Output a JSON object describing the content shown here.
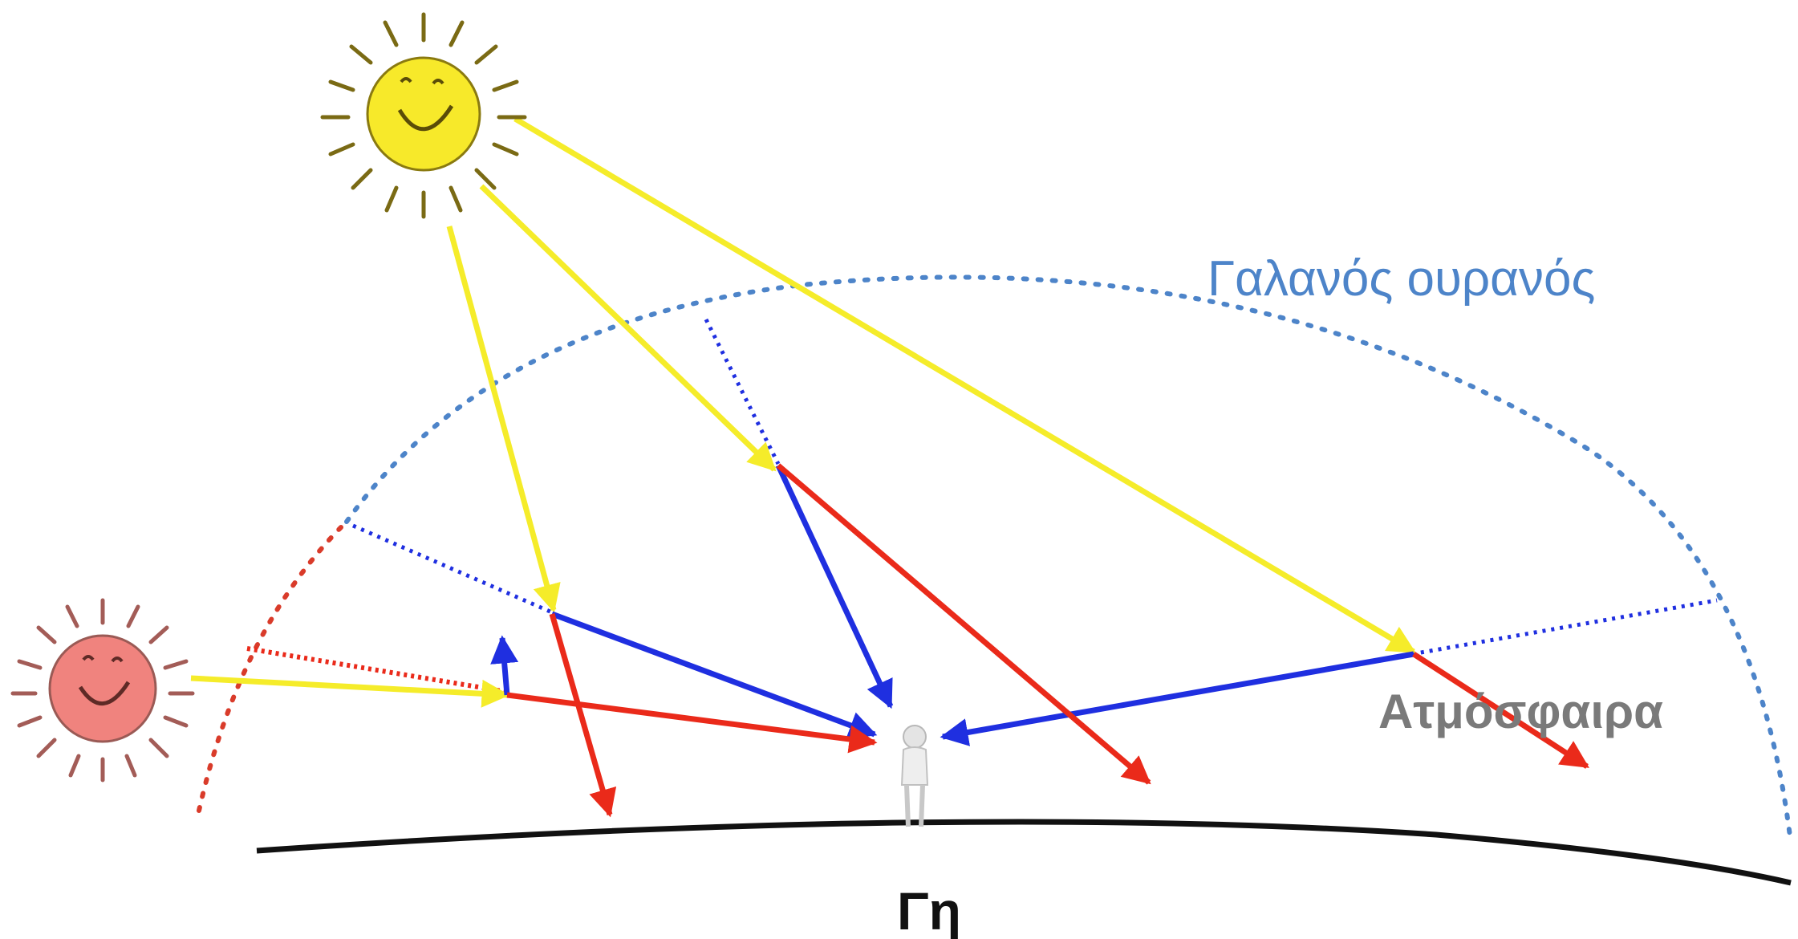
{
  "labels": {
    "sky": "Γαλανός ουρανός",
    "atmosphere": "Ατμόσφαιρα",
    "earth": "Γη"
  },
  "colors": {
    "sunlight": "#f5ec2a",
    "blue_light": "#1f2fe0",
    "red_light": "#ea2a1a",
    "sky_label": "#4d84c9",
    "atmosphere_label": "#7a7a7a",
    "earth_label": "#111111",
    "ground": "#111111",
    "noon_sun": "#f7e92a",
    "noon_sun_outline": "#8a7a10",
    "sunset_sun": "#f0837e",
    "sunset_sun_outline": "#9a5a55",
    "observer": "#c8c8c8"
  },
  "icons": [
    "noon-sun-icon",
    "sunset-sun-icon",
    "observer-icon"
  ]
}
